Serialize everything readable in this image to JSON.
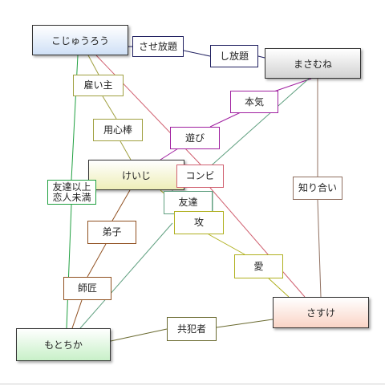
{
  "nodes": {
    "kojurou": {
      "label": "こじゅうろう",
      "fill_top": "#ffffff",
      "fill_bottom": "#cfe0f6"
    },
    "masamune": {
      "label": "まさむね",
      "fill_top": "#ffffff",
      "fill_bottom": "#d2d2d2"
    },
    "keiji": {
      "label": "けいじ",
      "fill_top": "#ffffff",
      "fill_bottom": "#eeeeb8"
    },
    "sasuke": {
      "label": "さすけ",
      "fill_top": "#ffffff",
      "fill_bottom": "#fad4c6"
    },
    "motochika": {
      "label": "もとちか",
      "fill_top": "#ffffff",
      "fill_bottom": "#c8f0c8"
    }
  },
  "relations": {
    "sase_houdai": {
      "label": "させ放題",
      "color": "#202060"
    },
    "shi_houdai": {
      "label": "し放題",
      "color": "#202060"
    },
    "yatoinushi": {
      "label": "雇い主",
      "color": "#a0a040"
    },
    "youjinbou": {
      "label": "用心棒",
      "color": "#a0a040"
    },
    "honki": {
      "label": "本気",
      "color": "#a020a0"
    },
    "asobi": {
      "label": "遊び",
      "color": "#a020a0"
    },
    "konbi": {
      "label": "コンビ",
      "color": "#d06070"
    },
    "tomodachi_ijou": {
      "label": "友達以上\n恋人未満",
      "color": "#20a040"
    },
    "tomodachi": {
      "label": "友達",
      "color": "#60a080"
    },
    "shiriai": {
      "label": "知り合い",
      "color": "#907060"
    },
    "deshi": {
      "label": "弟子",
      "color": "#905020"
    },
    "seme": {
      "label": "攻",
      "color": "#b0b020"
    },
    "ai": {
      "label": "愛",
      "color": "#b0b020"
    },
    "shishou": {
      "label": "師匠",
      "color": "#905020"
    },
    "kyouhansha": {
      "label": "共犯者",
      "color": "#6a6a30"
    }
  }
}
